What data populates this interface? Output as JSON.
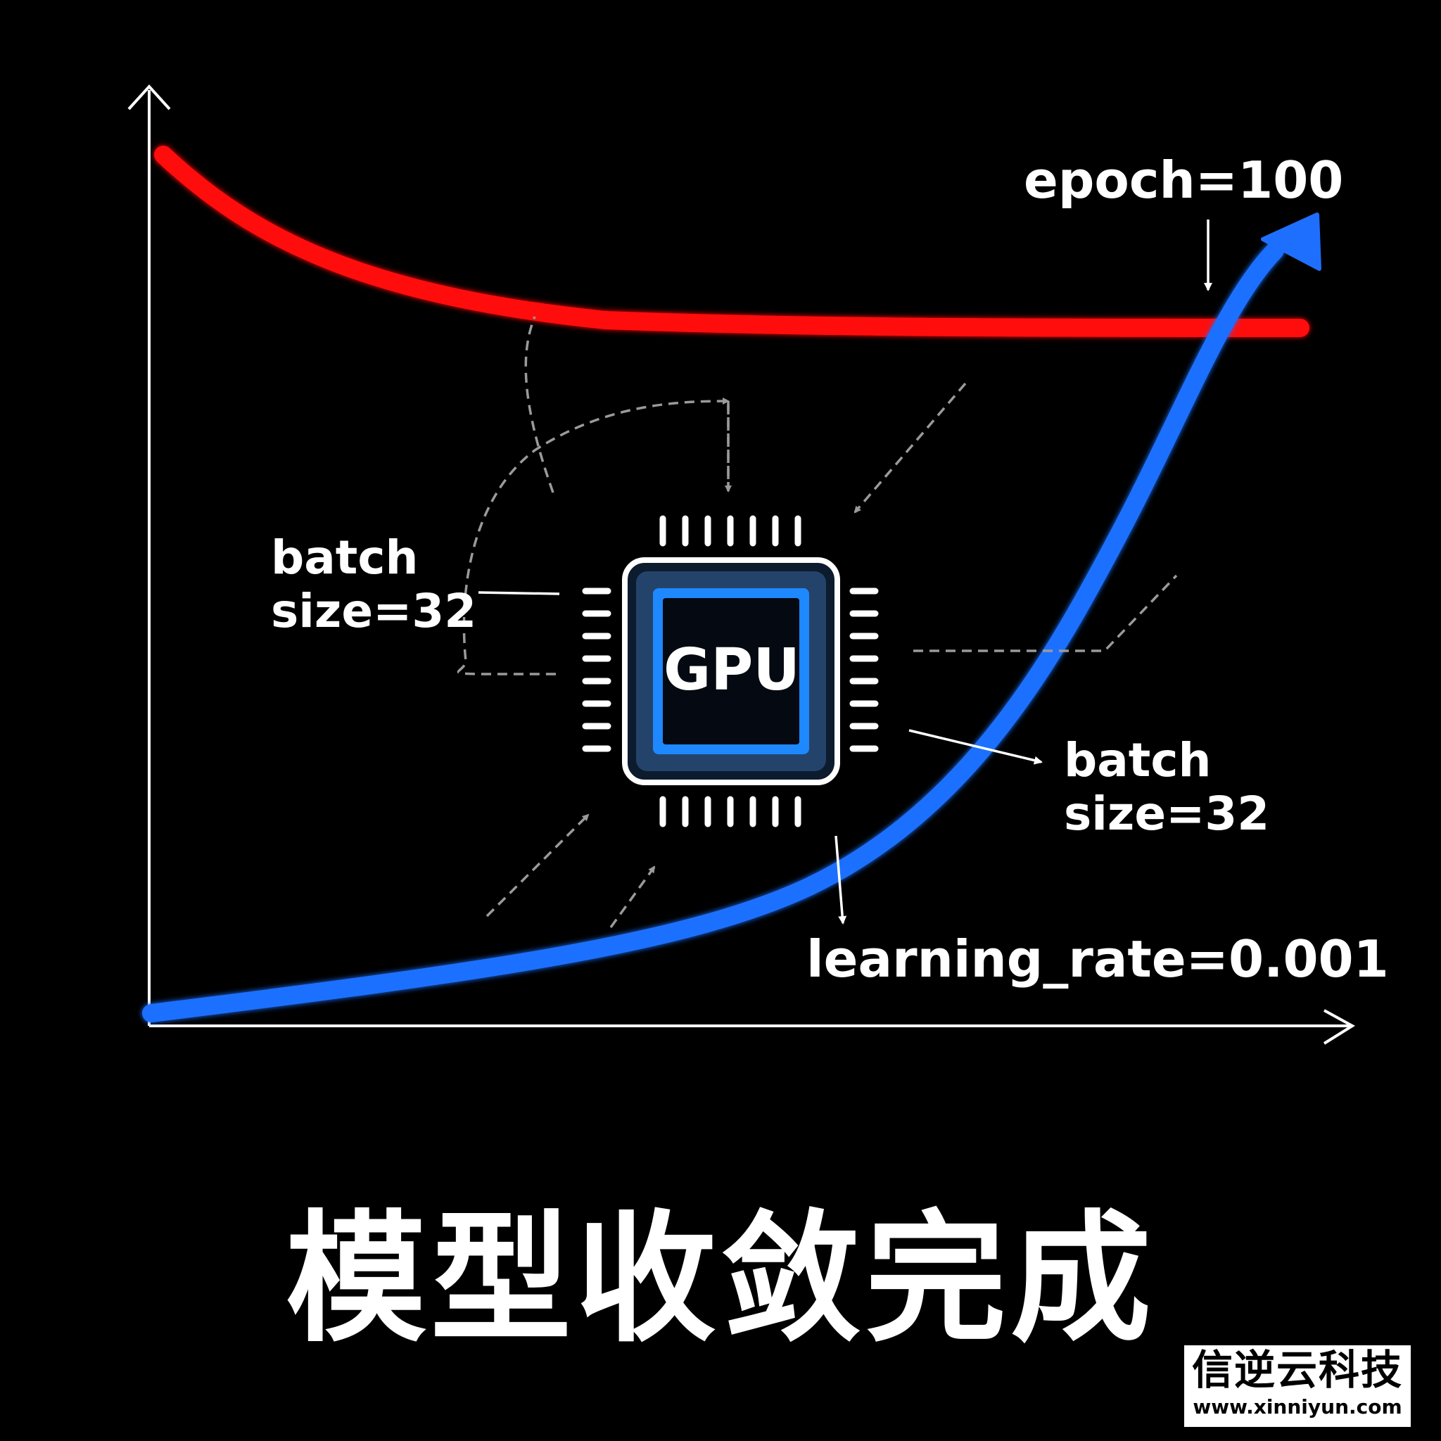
{
  "labels": {
    "batch_left_line1": "batch",
    "batch_left_line2": "size=32",
    "batch_right_line1": "batch",
    "batch_right_line2": "size=32",
    "epoch": "epoch=100",
    "learning_rate": "learning_rate=0.001",
    "gpu": "GPU"
  },
  "title": "模型收敛完成",
  "watermark": {
    "name": "信逆云科技",
    "url": "www.xinniyun.com"
  },
  "colors": {
    "background": "#000000",
    "loss_curve": "#ff0a0a",
    "accuracy_curve": "#1f6fff",
    "chip_blue": "#1e88ff",
    "text": "#ffffff"
  }
}
